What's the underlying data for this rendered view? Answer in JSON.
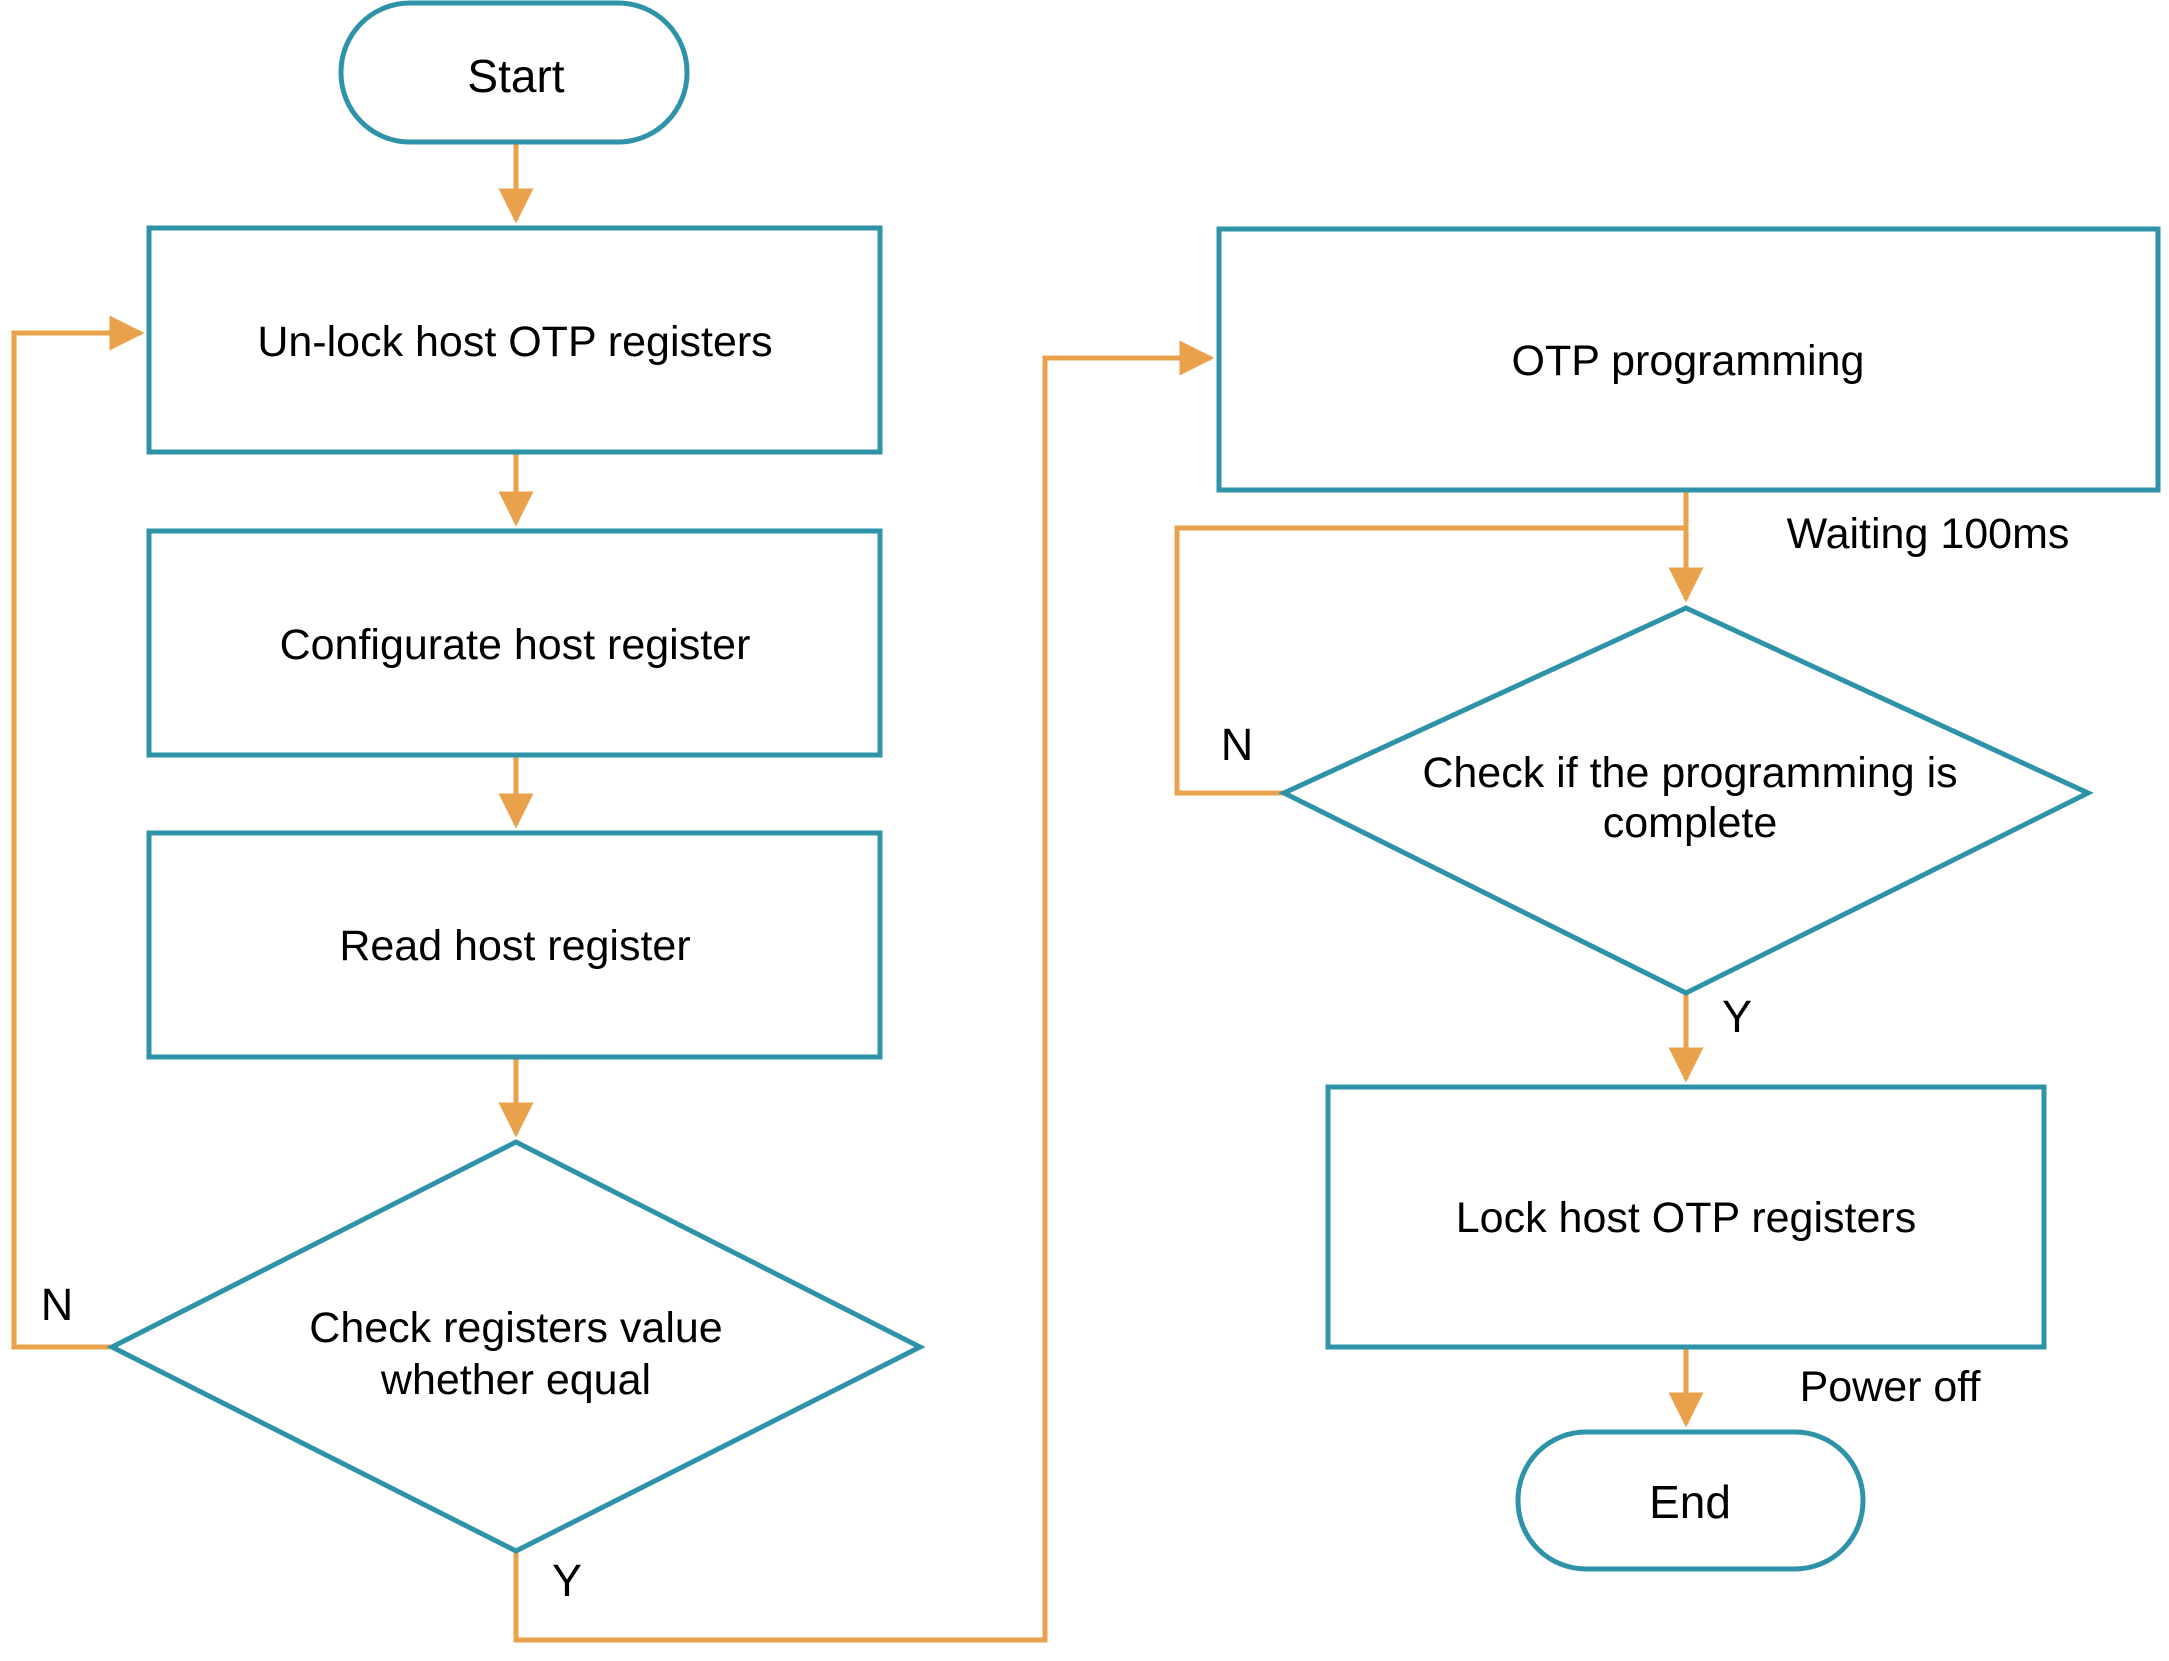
{
  "diagram_type": "flowchart",
  "colors": {
    "shape_border": "#2E93A8",
    "arrow": "#E9A24B",
    "text": "#000000",
    "background": "#FFFFFF"
  },
  "nodes": {
    "start": {
      "shape": "terminator",
      "label": "Start"
    },
    "unlock": {
      "shape": "process",
      "label": "Un-lock host OTP registers"
    },
    "configurate": {
      "shape": "process",
      "label": "Configurate host register"
    },
    "read": {
      "shape": "process",
      "label": "Read host register"
    },
    "check_equal": {
      "shape": "decision",
      "label_line1": "Check registers value",
      "label_line2": "whether equal"
    },
    "otp_programming": {
      "shape": "process",
      "label": "OTP programming"
    },
    "check_complete": {
      "shape": "decision",
      "label_line1": "Check if the programming is",
      "label_line2": "complete"
    },
    "lock": {
      "shape": "process",
      "label": "Lock host OTP registers"
    },
    "end": {
      "shape": "terminator",
      "label": "End"
    }
  },
  "edge_labels": {
    "check_equal_no": "N",
    "check_equal_yes": "Y",
    "check_complete_no": "N",
    "check_complete_yes": "Y",
    "waiting": "Waiting 100ms",
    "power_off": "Power off"
  }
}
